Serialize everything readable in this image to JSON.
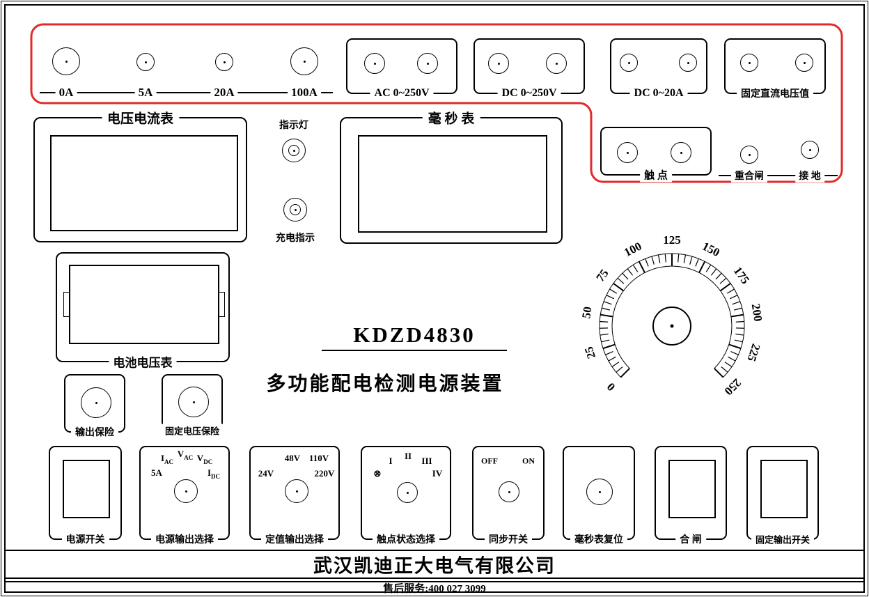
{
  "panel": {
    "model": "KDZD4830",
    "subtitle": "多功能配电检测电源装置",
    "company": "武汉凯迪正大电气有限公司",
    "service": "售后服务:400 027 3099"
  },
  "colors": {
    "accent_red": "#e02b2b",
    "line": "#000000"
  },
  "top": {
    "current_terminals": [
      {
        "label": "0A"
      },
      {
        "label": "5A"
      },
      {
        "label": "20A"
      },
      {
        "label": "100A"
      }
    ],
    "groups": [
      {
        "label": "AC 0~250V"
      },
      {
        "label": "DC 0~250V"
      },
      {
        "label": "DC 0~20A"
      },
      {
        "label": "固定直流电压值"
      }
    ],
    "contact": {
      "label": "触  点"
    },
    "reclose": {
      "label": "重合闸"
    },
    "ground": {
      "label": "接  地"
    }
  },
  "meters": {
    "volt_current": {
      "label": "电压电流表"
    },
    "millisecond": {
      "label": "毫  秒  表"
    },
    "battery": {
      "label": "电池电压表"
    }
  },
  "lamps": {
    "indicator": {
      "label": "指示灯"
    },
    "charging": {
      "label": "充电指示"
    }
  },
  "fuses": {
    "output": {
      "label": "输出保险"
    },
    "fixed": {
      "label": "固定电压保险"
    }
  },
  "dial": {
    "min": 0,
    "max": 250,
    "minor_step": 5,
    "major_step": 25,
    "start_angle": 225,
    "sweep": 270,
    "labels": [
      "0",
      "25",
      "50",
      "75",
      "100",
      "125",
      "150",
      "175",
      "200",
      "225",
      "250"
    ]
  },
  "controls": {
    "power_switch": {
      "label": "电源开关"
    },
    "output_select": {
      "label": "电源输出选择",
      "options": [
        {
          "main": "I",
          "sub": "AC"
        },
        {
          "main": "V",
          "sub": "AC"
        },
        {
          "main": "V",
          "sub": "DC"
        },
        {
          "main": "5A",
          "sub": ""
        },
        {
          "main": "I",
          "sub": "DC"
        }
      ]
    },
    "fixed_output_select": {
      "label": "定值输出选择",
      "options": [
        "48V",
        "110V",
        "24V",
        "220V"
      ]
    },
    "contact_state_select": {
      "label": "触点状态选择",
      "options": [
        "I",
        "II",
        "III",
        "⊗",
        "IV"
      ]
    },
    "sync_switch": {
      "label": "同步开关",
      "options": [
        "OFF",
        "ON"
      ]
    },
    "ms_reset": {
      "label": "毫秒表复位"
    },
    "close_switch": {
      "label": "合  闸"
    },
    "fixed_output_switch": {
      "label": "固定输出开关"
    }
  }
}
